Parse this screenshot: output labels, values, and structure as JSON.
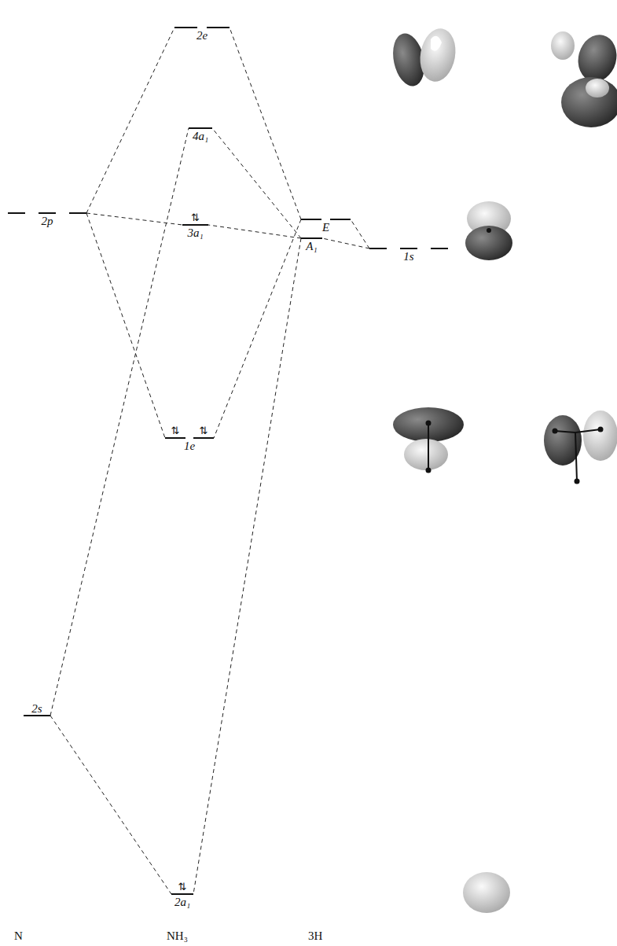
{
  "diagram": {
    "nodes": [
      {
        "text": [
          "2e"
        ]
      },
      {
        "text": [
          "4a₁"
        ]
      },
      {
        "text": [
          "2p"
        ]
      },
      {
        "text": [
          "⇅",
          "3a₁"
        ]
      },
      {
        "text": [
          "E"
        ]
      },
      {
        "text": [
          "A₁"
        ]
      },
      {
        "text": [
          "1s"
        ]
      },
      {
        "text": [
          "⇅",
          "⇅",
          "1e"
        ]
      },
      {
        "text": [
          "2s"
        ]
      },
      {
        "text": [
          "⇅",
          "2a₁"
        ]
      }
    ],
    "edges": [
      {
        "from": 2,
        "to": 0,
        "arrow": "none"
      },
      {
        "from": 2,
        "to": 3,
        "arrow": "none"
      },
      {
        "from": 2,
        "to": 7,
        "arrow": "none"
      },
      {
        "from": 8,
        "to": 1,
        "arrow": "none"
      },
      {
        "from": 8,
        "to": 9,
        "arrow": "none"
      },
      {
        "from": 4,
        "to": 0,
        "arrow": "none"
      },
      {
        "from": 4,
        "to": 7,
        "arrow": "none"
      },
      {
        "from": 5,
        "to": 1,
        "arrow": "none"
      },
      {
        "from": 5,
        "to": 3,
        "arrow": "none"
      },
      {
        "from": 5,
        "to": 9,
        "arrow": "none"
      },
      {
        "from": 6,
        "to": 4,
        "arrow": "none"
      },
      {
        "from": 6,
        "to": 5,
        "arrow": "none"
      }
    ],
    "labels": [
      "N",
      "NH₃",
      "3H"
    ]
  }
}
